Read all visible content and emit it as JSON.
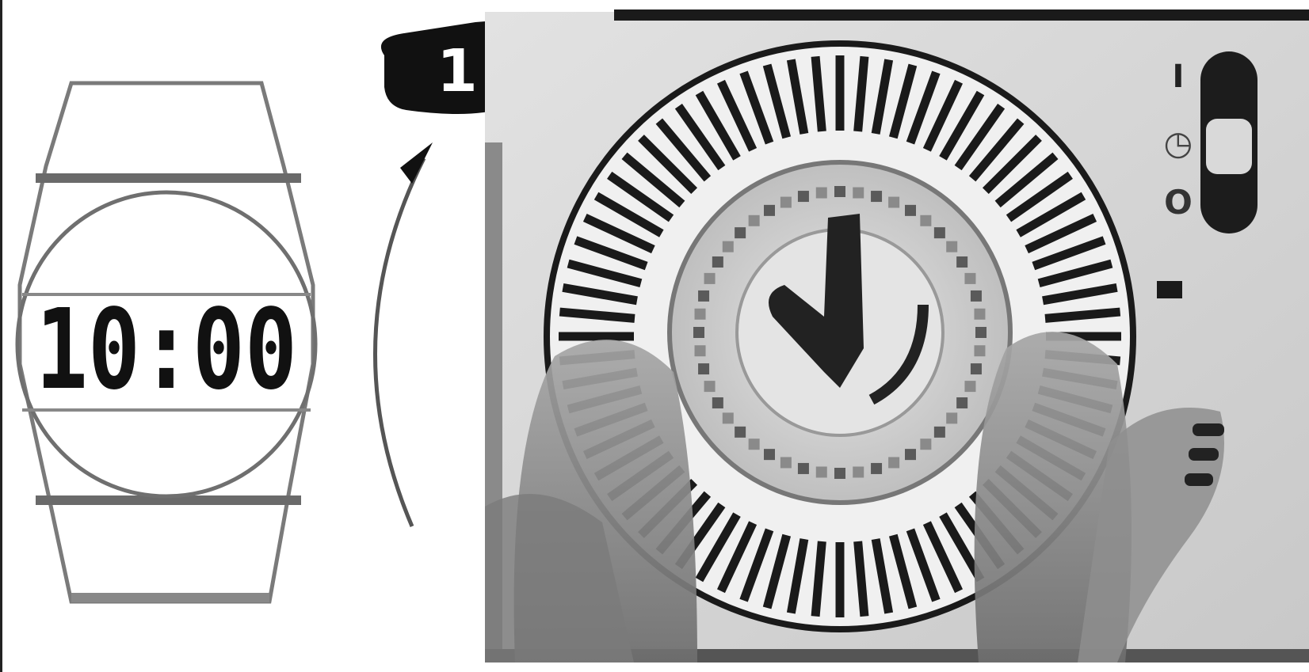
{
  "digital_clock": {
    "time": "10:00"
  },
  "step_badge": {
    "number": "1",
    "icon": "pointing-hand-icon"
  },
  "switch": {
    "labels": [
      "I",
      "◷",
      "O"
    ],
    "selected_index": 1
  },
  "colors": {
    "ink": "#111111",
    "paper": "#ffffff",
    "photo_background": "#d4d4d4",
    "skin": "#8c8c8c"
  }
}
